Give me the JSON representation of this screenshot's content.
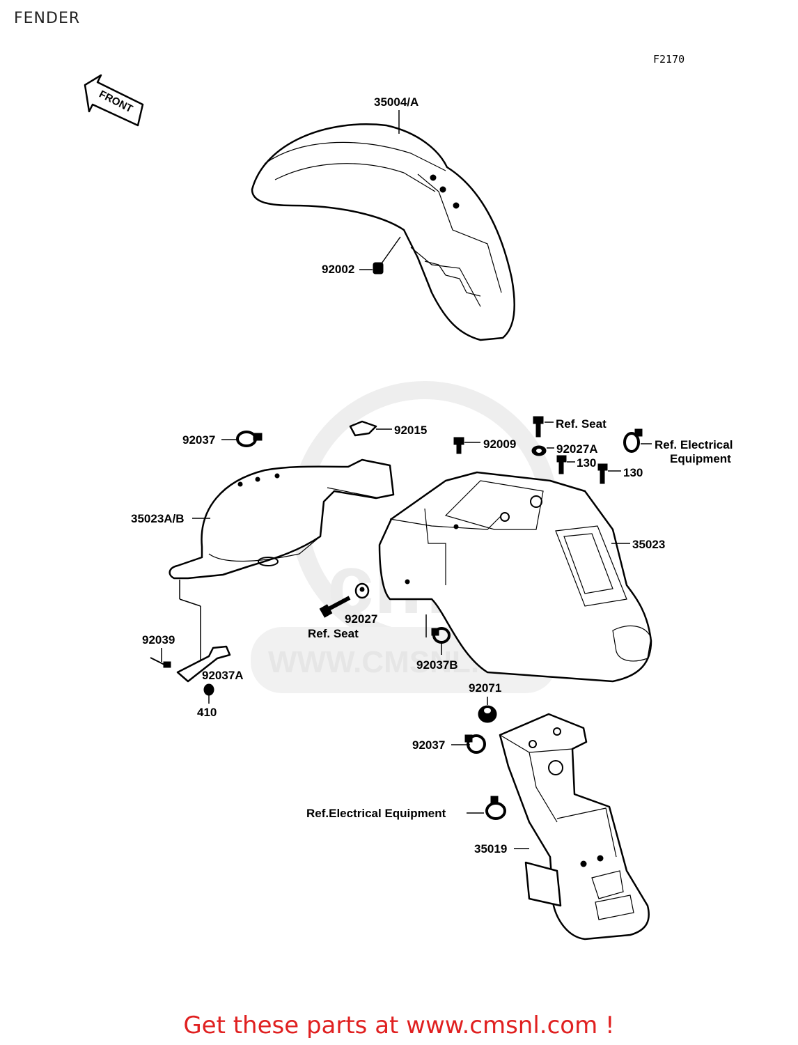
{
  "page_title": "FENDER",
  "diagram_code": "F2170",
  "front_arrow_label": "FRONT",
  "watermark_text": "WWW.CMSNL.COM",
  "watermark_logo": "cms",
  "footer_banner": "Get these parts at www.cmsnl.com !",
  "footer_color": "#e02020",
  "labels": {
    "front_fender": "35004/A",
    "front_bolt": "92002",
    "clamp_top_left": "92037",
    "clip_92015": "92015",
    "bolt_92009": "92009",
    "ref_seat_top": "Ref. Seat",
    "washer_92027A": "92027A",
    "bolt_130_a": "130",
    "bolt_130_b": "130",
    "ref_electrical_line1": "Ref. Electrical",
    "ref_electrical_line2": "Equipment",
    "inner_fender": "35023A/B",
    "rear_fender": "35023",
    "washer_92027": "92027",
    "ref_seat_mid": "Ref. Seat",
    "clamp_92037B": "92037B",
    "screw_92039": "92039",
    "bracket_92037A": "92037A",
    "nut_410": "410",
    "grommet_92071": "92071",
    "clamp_bottom": "92037",
    "ref_electrical_bottom": "Ref.Electrical Equipment",
    "rear_flap": "35019"
  }
}
